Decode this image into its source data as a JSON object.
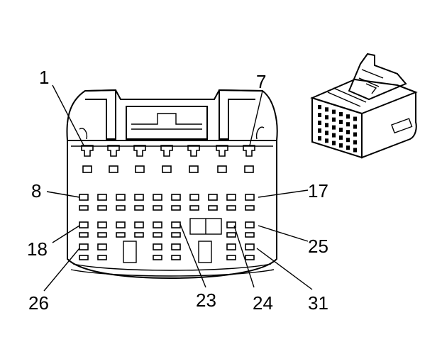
{
  "diagram": {
    "type": "connector-pinout",
    "pin_labels": [
      "1",
      "7",
      "8",
      "17",
      "18",
      "25",
      "26",
      "23",
      "24",
      "31"
    ],
    "colors": {
      "ink": "#000000",
      "background": "#ffffff"
    }
  }
}
